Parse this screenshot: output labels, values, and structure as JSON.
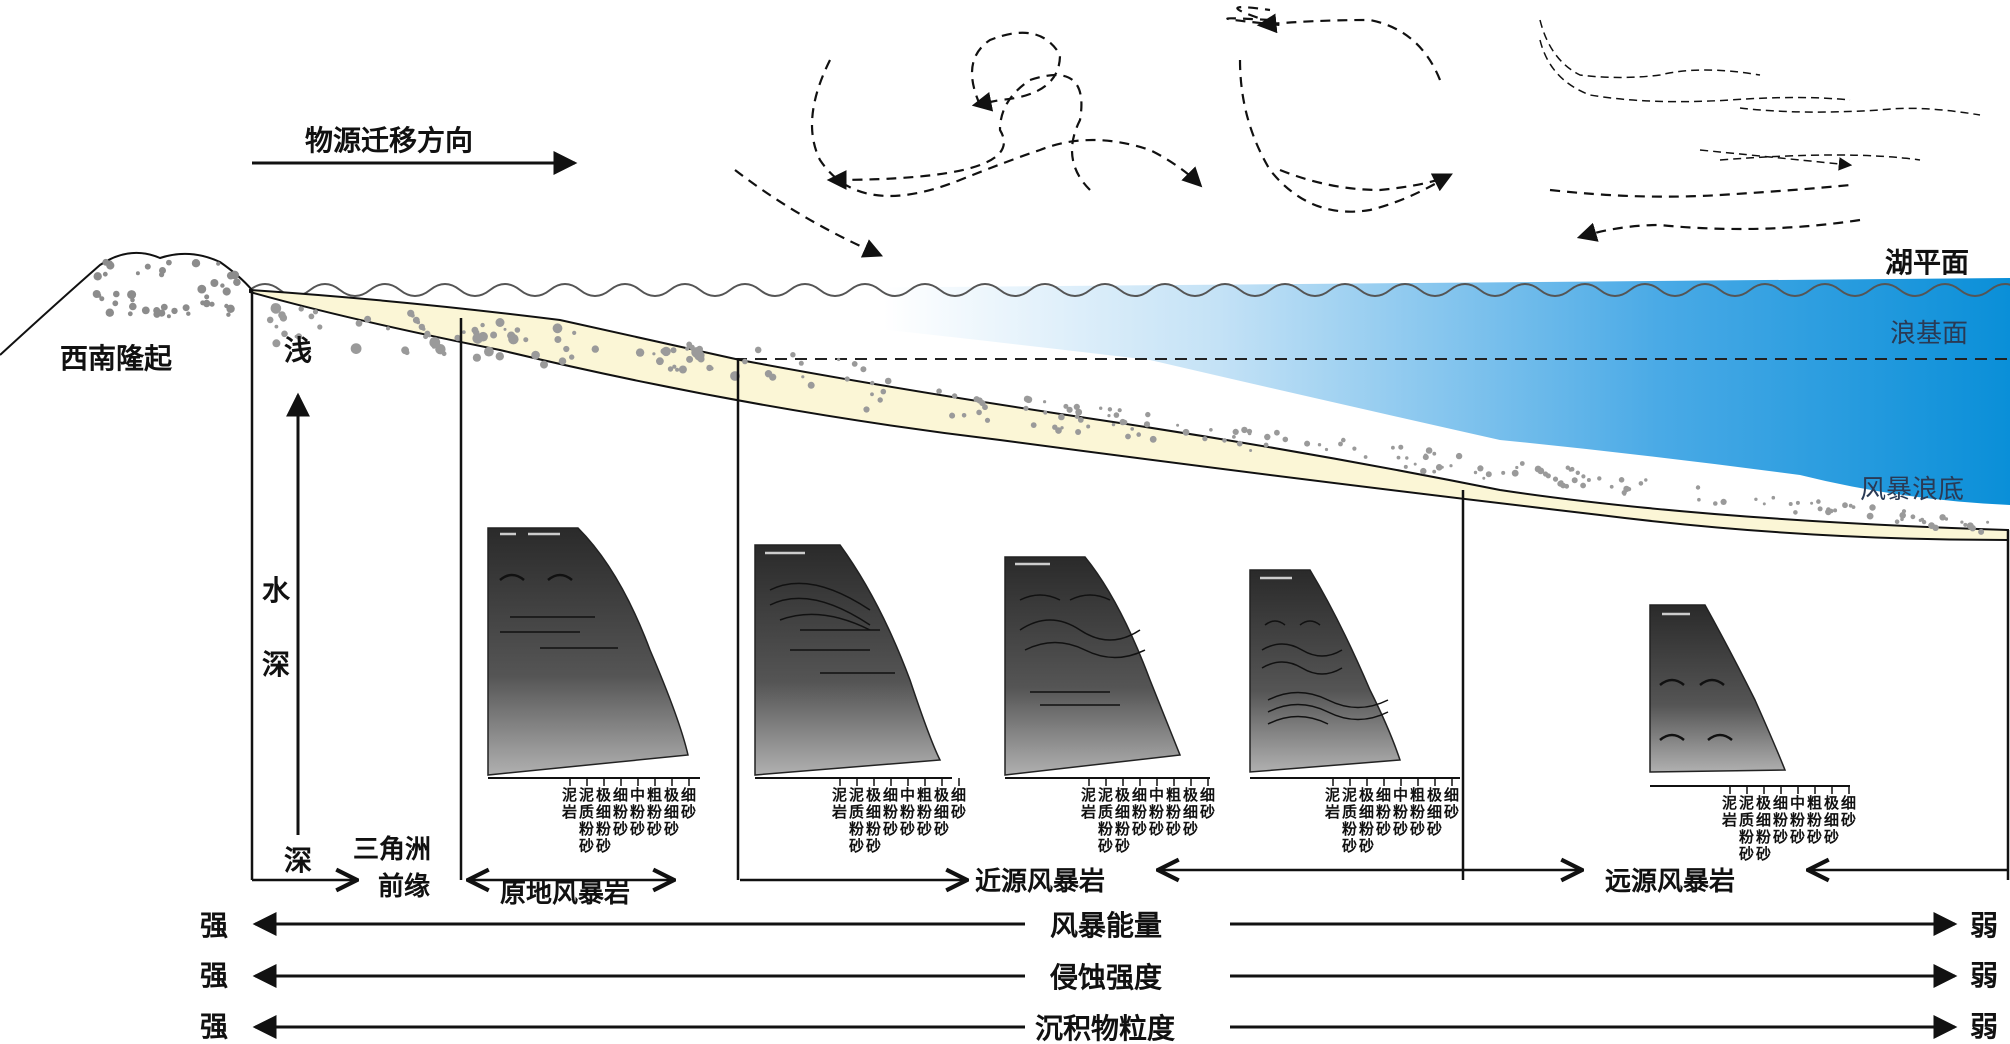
{
  "top": {
    "source_direction": "物源迁移方向",
    "uplift": "西南隆起",
    "lake_level": "湖平面",
    "wave_base": "浪基面",
    "storm_wave_base": "风暴浪底"
  },
  "depth_axis": {
    "shallow": "浅",
    "label_chars": [
      "水",
      "深"
    ],
    "deep": "深"
  },
  "zones": {
    "delta_front_line1": "三角洲",
    "delta_front_line2": "前缘",
    "in_situ": "原地风暴岩",
    "proximal": "近源风暴岩",
    "distal": "远源风暴岩"
  },
  "grain_columns": [
    [
      "泥岩",
      "泥质粉砂",
      "极细粉砂",
      "细粉砂",
      "中粉砂",
      "粗粉砂",
      "极细砂",
      "细砂"
    ],
    [
      "泥岩",
      "泥质粉砂",
      "极细粉砂",
      "细粉砂",
      "中粉砂",
      "粗粉砂",
      "极细砂",
      "细砂"
    ],
    [
      "泥岩",
      "泥质粉砂",
      "极细粉砂",
      "细粉砂",
      "中粉砂",
      "粗粉砂",
      "极细砂",
      "细砂"
    ],
    [
      "泥岩",
      "泥质粉砂",
      "极细粉砂",
      "细粉砂",
      "中粉砂",
      "粗粉砂",
      "极细砂",
      "细砂"
    ],
    [
      "泥岩",
      "泥质粉砂",
      "极细粉砂",
      "细粉砂",
      "中粉砂",
      "粗粉砂",
      "极细砂",
      "细砂"
    ]
  ],
  "gradient_rows": [
    {
      "strong": "强",
      "label": "风暴能量",
      "weak": "弱"
    },
    {
      "strong": "强",
      "label": "侵蚀强度",
      "weak": "弱"
    },
    {
      "strong": "强",
      "label": "沉积物粒度",
      "weak": "弱"
    }
  ],
  "colors": {
    "water_deep": "#0a8fd8",
    "water_light": "#ffffff",
    "sand": "#fbf6d6",
    "column_dark": "#303030",
    "column_light": "#a8a8a8"
  }
}
